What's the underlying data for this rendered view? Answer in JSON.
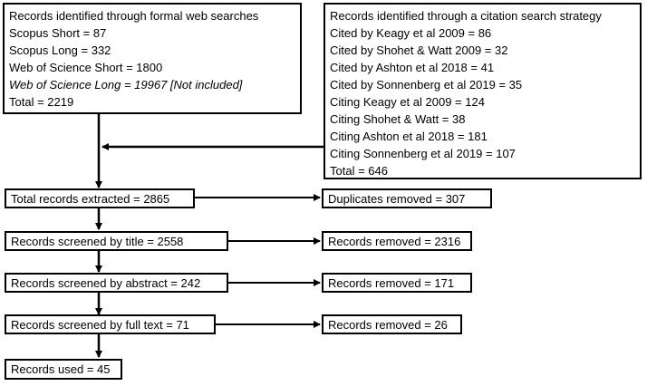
{
  "sources": {
    "web": {
      "lines": [
        {
          "text": "Records identified through formal web searches",
          "italic": false
        },
        {
          "text": "Scopus Short = 87",
          "italic": false
        },
        {
          "text": "Scopus Long = 332",
          "italic": false
        },
        {
          "text": "Web of Science Short = 1800",
          "italic": false
        },
        {
          "text": "Web of Science Long = 19967 [Not included]",
          "italic": true
        },
        {
          "text": "Total = 2219",
          "italic": false
        }
      ]
    },
    "citation": {
      "lines": [
        {
          "text": "Records identified through a citation search strategy"
        },
        {
          "text": "Cited by Keagy et al 2009 = 86"
        },
        {
          "text": "Cited by Shohet & Watt 2009 = 32"
        },
        {
          "text": "Cited by Ashton et al 2018 = 41"
        },
        {
          "text": "Cited by Sonnenberg et al 2019 = 35"
        },
        {
          "text": "Citing Keagy et al 2009 = 124"
        },
        {
          "text": "Citing Shohet & Watt = 38"
        },
        {
          "text": "Citing Ashton et al 2018 = 181"
        },
        {
          "text": "Citing Sonnenberg et al 2019 = 107"
        },
        {
          "text": "Total = 646"
        }
      ]
    }
  },
  "flow": {
    "extracted": "Total records extracted = 2865",
    "duplicates": "Duplicates removed = 307",
    "title": "Records screened by title = 2558",
    "title_removed": "Records removed = 2316",
    "abstract": "Records screened by abstract = 242",
    "abstract_removed": "Records removed = 171",
    "fulltext": "Records screened by full text = 71",
    "fulltext_removed": "Records removed = 26",
    "used": "Records used = 45"
  }
}
